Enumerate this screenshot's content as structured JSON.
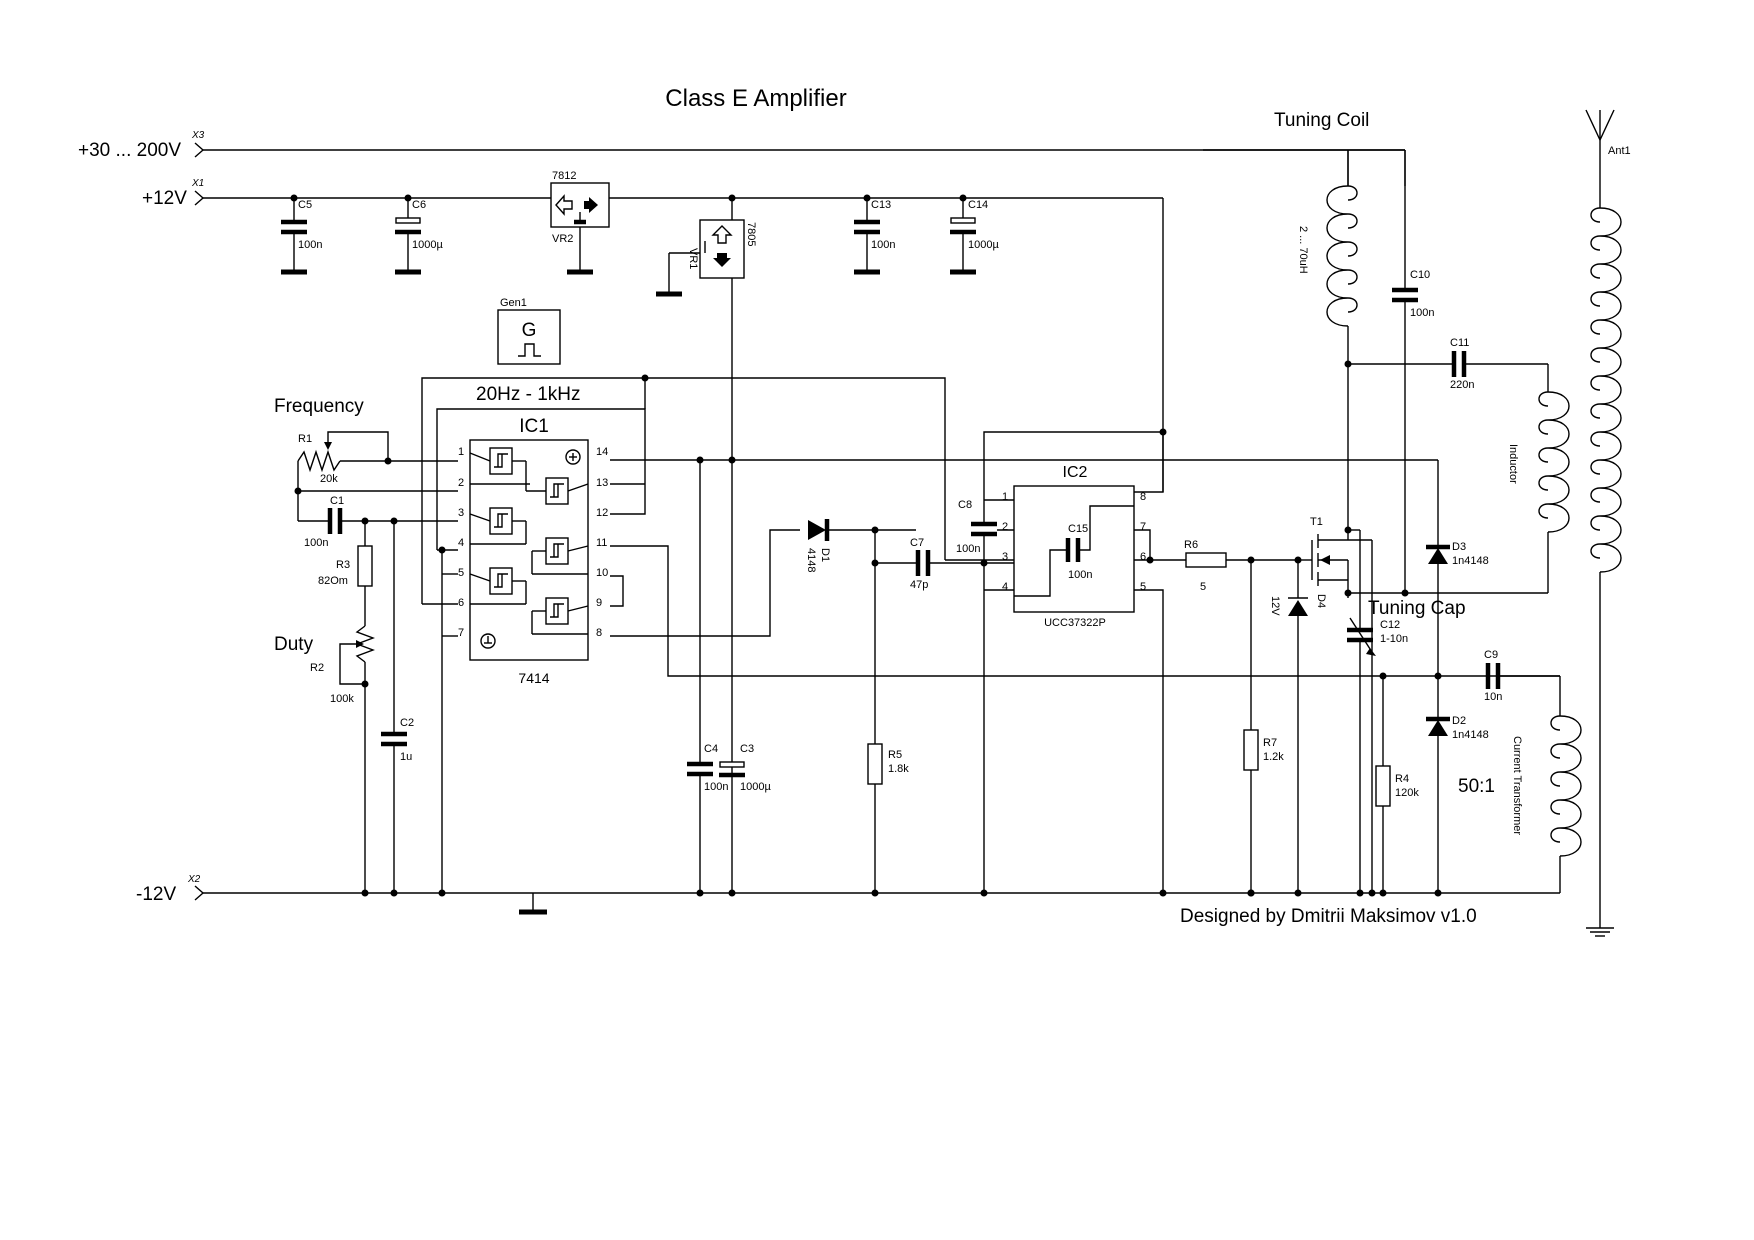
{
  "title": "Class E Amplifier",
  "footer": "Designed by Dmitrii Maksimov v1.0",
  "rails": {
    "hv": {
      "label": "+30 ... 200V",
      "connector": "X3"
    },
    "v12": {
      "label": "+12V",
      "connector": "X1"
    },
    "neg": {
      "label": "-12V",
      "connector": "X2"
    }
  },
  "notes": {
    "tuning_coil": "Tuning Coil",
    "tuning_cap": "Tuning Cap",
    "frequency": "Frequency",
    "duty": "Duty",
    "freq_range": "20Hz - 1kHz",
    "ratio": "50:1"
  },
  "components": {
    "C5": {
      "name": "C5",
      "value": "100n"
    },
    "C6": {
      "name": "C6",
      "value": "1000µ"
    },
    "C13": {
      "name": "C13",
      "value": "100n"
    },
    "C14": {
      "name": "C14",
      "value": "1000µ"
    },
    "VR2": {
      "name": "VR2",
      "part": "7812"
    },
    "VR1": {
      "name": "VR1",
      "part": "7805"
    },
    "Gen1": {
      "name": "Gen1",
      "symbol": "G"
    },
    "IC1": {
      "name": "IC1",
      "part": "7414"
    },
    "IC2": {
      "name": "IC2",
      "part": "UCC37322P"
    },
    "R1": {
      "name": "R1",
      "value": "20k"
    },
    "R2": {
      "name": "R2",
      "value": "100k"
    },
    "R3": {
      "name": "R3",
      "value": "82Om"
    },
    "R4": {
      "name": "R4",
      "value": "120k"
    },
    "R5": {
      "name": "R5",
      "value": "1.8k"
    },
    "R6": {
      "name": "R6",
      "value": "5"
    },
    "R7": {
      "name": "R7",
      "value": "1.2k"
    },
    "C1": {
      "name": "C1",
      "value": "100n"
    },
    "C2": {
      "name": "C2",
      "value": "1u"
    },
    "C3": {
      "name": "C3",
      "value": "1000µ"
    },
    "C4": {
      "name": "C4",
      "value": "100n"
    },
    "C7": {
      "name": "C7",
      "value": "47p"
    },
    "C8": {
      "name": "C8",
      "value": "100n"
    },
    "C9": {
      "name": "C9",
      "value": "10n"
    },
    "C10": {
      "name": "C10",
      "value": "100n"
    },
    "C11": {
      "name": "C11",
      "value": "220n"
    },
    "C12": {
      "name": "C12",
      "value": "1-10n"
    },
    "C15": {
      "name": "C15",
      "value": "100n"
    },
    "D1": {
      "name": "D1",
      "value": "4148"
    },
    "D2": {
      "name": "D2",
      "value": "1n4148"
    },
    "D3": {
      "name": "D3",
      "value": "1n4148"
    },
    "D4": {
      "name": "D4",
      "value": "12V"
    },
    "T1": {
      "name": "T1"
    },
    "L1": {
      "value": "2 ... 70uH"
    },
    "L2": {
      "label": "Inductor"
    },
    "L3": {
      "label": "Current Transformer"
    },
    "Ant1": {
      "name": "Ant1"
    }
  },
  "ic1_pins": [
    "1",
    "2",
    "3",
    "4",
    "5",
    "6",
    "7",
    "8",
    "9",
    "10",
    "11",
    "12",
    "13",
    "14"
  ],
  "ic2_pins": [
    "1",
    "2",
    "3",
    "4",
    "5",
    "6",
    "7",
    "8"
  ]
}
